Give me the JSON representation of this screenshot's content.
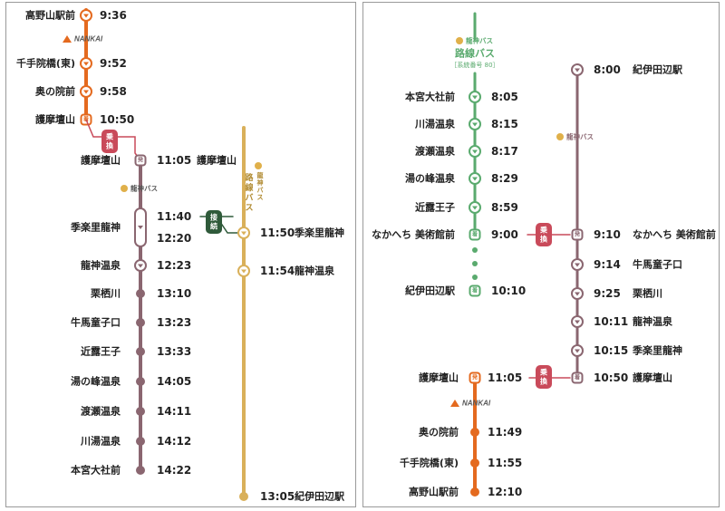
{
  "colors": {
    "nankai": "#e46a1f",
    "ryujin_brown": "#8a6670",
    "rosen_green": "#5aaa6e",
    "ryujin_gold": "#d9b05a",
    "transfer_red": "#c94a5a",
    "connect_green": "#2f5a3a"
  },
  "logos": {
    "nankai": "NANKAI",
    "ryujin_bus": "龍神バス",
    "rosen_bus": "路線バス",
    "rosen_bus_vertical": "龍神バス 路線バス",
    "system_no": "［系統番号 80］"
  },
  "badges": {
    "transfer": "乗換",
    "connect": "接続"
  },
  "left": {
    "nankai": [
      {
        "name": "高野山駅前",
        "time": "9:36"
      },
      {
        "name": "千手院橋(東)",
        "time": "9:52"
      },
      {
        "name": "奥の院前",
        "time": "9:58"
      },
      {
        "name": "護摩壇山",
        "time": "10:50"
      }
    ],
    "ryujin": [
      {
        "name": "護摩壇山",
        "time": "11:05"
      },
      {
        "name": "季楽里龍神",
        "time": "11:40"
      },
      {
        "name": "",
        "time": "12:20"
      },
      {
        "name": "龍神温泉",
        "time": "12:23"
      },
      {
        "name": "栗栖川",
        "time": "13:10"
      },
      {
        "name": "牛馬童子口",
        "time": "13:23"
      },
      {
        "name": "近露王子",
        "time": "13:33"
      },
      {
        "name": "湯の峰温泉",
        "time": "14:05"
      },
      {
        "name": "渡瀬温泉",
        "time": "14:11"
      },
      {
        "name": "川湯温泉",
        "time": "14:12"
      },
      {
        "name": "本宮大社前",
        "time": "14:22"
      }
    ],
    "gold": [
      {
        "name": "季楽里龍神",
        "time": "11:50"
      },
      {
        "name": "龍神温泉",
        "time": "11:54"
      },
      {
        "name": "紀伊田辺駅",
        "time": "13:05"
      }
    ]
  },
  "right": {
    "green": [
      {
        "name": "本宮大社前",
        "time": "8:05"
      },
      {
        "name": "川湯温泉",
        "time": "8:15"
      },
      {
        "name": "渡瀬温泉",
        "time": "8:17"
      },
      {
        "name": "湯の峰温泉",
        "time": "8:29"
      },
      {
        "name": "近露王子",
        "time": "8:59"
      },
      {
        "name": "なかへち 美術館前",
        "time": "9:00"
      },
      {
        "name": "紀伊田辺駅",
        "time": "10:10"
      }
    ],
    "brown": [
      {
        "name": "紀伊田辺駅",
        "time": "8:00"
      },
      {
        "name": "なかへち 美術館前",
        "time": "9:10"
      },
      {
        "name": "牛馬童子口",
        "time": "9:14"
      },
      {
        "name": "栗栖川",
        "time": "9:25"
      },
      {
        "name": "龍神温泉",
        "time": "10:11"
      },
      {
        "name": "季楽里龍神",
        "time": "10:15"
      },
      {
        "name": "護摩壇山",
        "time": "10:50"
      }
    ],
    "nankai": [
      {
        "name": "護摩壇山",
        "time": "11:05"
      },
      {
        "name": "奥の院前",
        "time": "11:49"
      },
      {
        "name": "千手院橋(東)",
        "time": "11:55"
      },
      {
        "name": "高野山駅前",
        "time": "12:10"
      }
    ]
  }
}
